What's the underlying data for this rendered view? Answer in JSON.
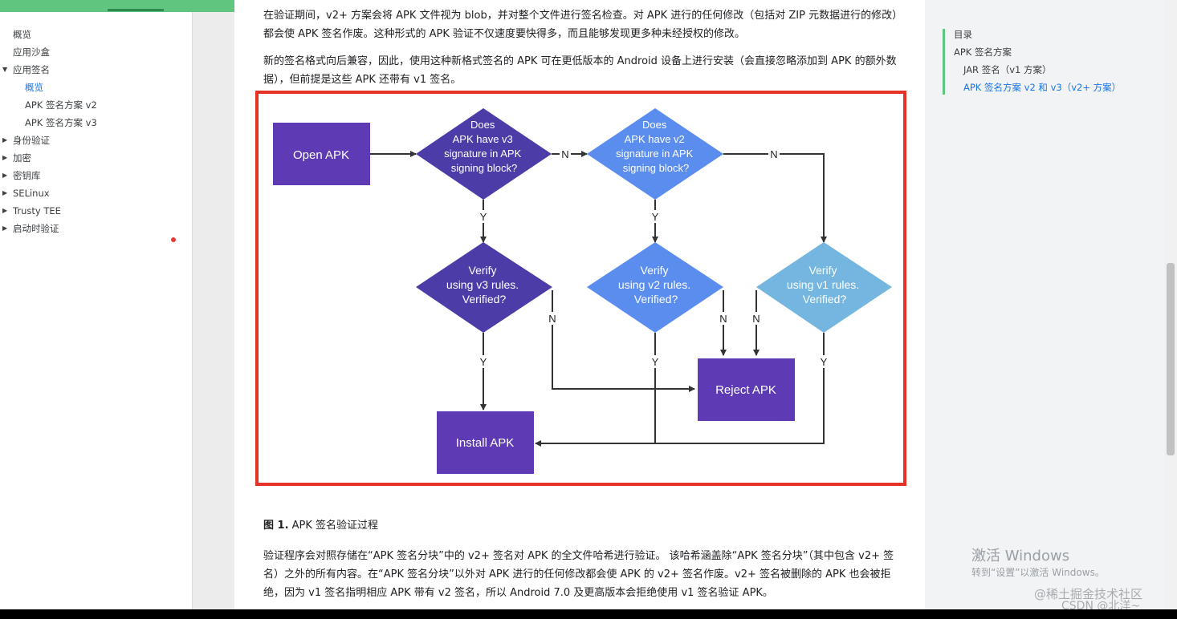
{
  "colors": {
    "topbar": "#5fc57f",
    "accent_blue": "#1a73e8",
    "highlight_border": "#e53226",
    "node_dark": "#5e3bb4",
    "diamond_v3": "#4b3ca7",
    "diamond_v2": "#5b8def",
    "diamond_v1": "#74b6df"
  },
  "left_nav": {
    "items": [
      {
        "label": "概览",
        "expandable": false
      },
      {
        "label": "应用沙盒",
        "expandable": false
      },
      {
        "label": "应用签名",
        "expandable": true,
        "expanded": true
      },
      {
        "label": "概览",
        "sub": true,
        "active": true
      },
      {
        "label": "APK 签名方案 v2",
        "sub": true
      },
      {
        "label": "APK 签名方案 v3",
        "sub": true
      },
      {
        "label": "身份验证",
        "expandable": true
      },
      {
        "label": "加密",
        "expandable": true
      },
      {
        "label": "密钥库",
        "expandable": true
      },
      {
        "label": "SELinux",
        "expandable": true
      },
      {
        "label": "Trusty TEE",
        "expandable": true
      },
      {
        "label": "启动时验证",
        "expandable": true
      }
    ]
  },
  "article": {
    "paragraph_top": "在验证期间，v2+ 方案会将 APK 文件视为 blob，并对整个文件进行签名检查。对 APK 进行的任何修改（包括对 ZIP 元数据进行的修改）都会使 APK 签名作废。这种形式的 APK 验证不仅速度要快得多，而且能够发现更多种未经授权的修改。",
    "paragraph_compat": "新的签名格式向后兼容，因此，使用这种新格式签名的 APK 可在更低版本的 Android 设备上进行安装（会直接忽略添加到 APK 的额外数据），但前提是这些 APK 还带有 v1 签名。",
    "caption_prefix": "图 1.",
    "caption_text": " APK 签名验证过程",
    "paragraph_after": "验证程序会对照存储在“APK 签名分块”中的 v2+ 签名对 APK 的全文件哈希进行验证。 该哈希涵盖除“APK 签名分块”（其中包含 v2+ 签名）之外的所有内容。在“APK 签名分块”以外对 APK 进行的任何修改都会使 APK 的 v2+ 签名作废。v2+ 签名被删除的 APK 也会被拒绝，因为 v1 签名指明相应 APK 带有 v2 签名，所以 Android 7.0 及更高版本会拒绝使用 v1 签名验证 APK。"
  },
  "flowchart": {
    "open_apk": "Open APK",
    "q_v3_block": [
      "Does",
      "APK have v3",
      "signature in APK",
      "signing block?"
    ],
    "q_v2_block": [
      "Does",
      "APK have v2",
      "signature in APK",
      "signing block?"
    ],
    "verify_v3": [
      "Verify",
      "using v3 rules.",
      "Verified?"
    ],
    "verify_v2": [
      "Verify",
      "using v2 rules.",
      "Verified?"
    ],
    "verify_v1": [
      "Verify",
      "using v1 rules.",
      "Verified?"
    ],
    "reject_apk": "Reject APK",
    "install_apk": "Install APK",
    "yes": "Y",
    "no": "N"
  },
  "toc": {
    "title": "目录",
    "items": [
      {
        "label": "APK 签名方案",
        "level": 1
      },
      {
        "label": "JAR 签名（v1 方案）",
        "level": 2
      },
      {
        "label": "APK 签名方案 v2 和 v3（v2+ 方案）",
        "level": 2,
        "active": true
      }
    ]
  },
  "watermarks": {
    "activate_title": "激活 Windows",
    "activate_sub": "转到“设置”以激活 Windows。",
    "juejin": "@稀土掘金技术社区",
    "csdn": "CSDN @北洋~"
  }
}
